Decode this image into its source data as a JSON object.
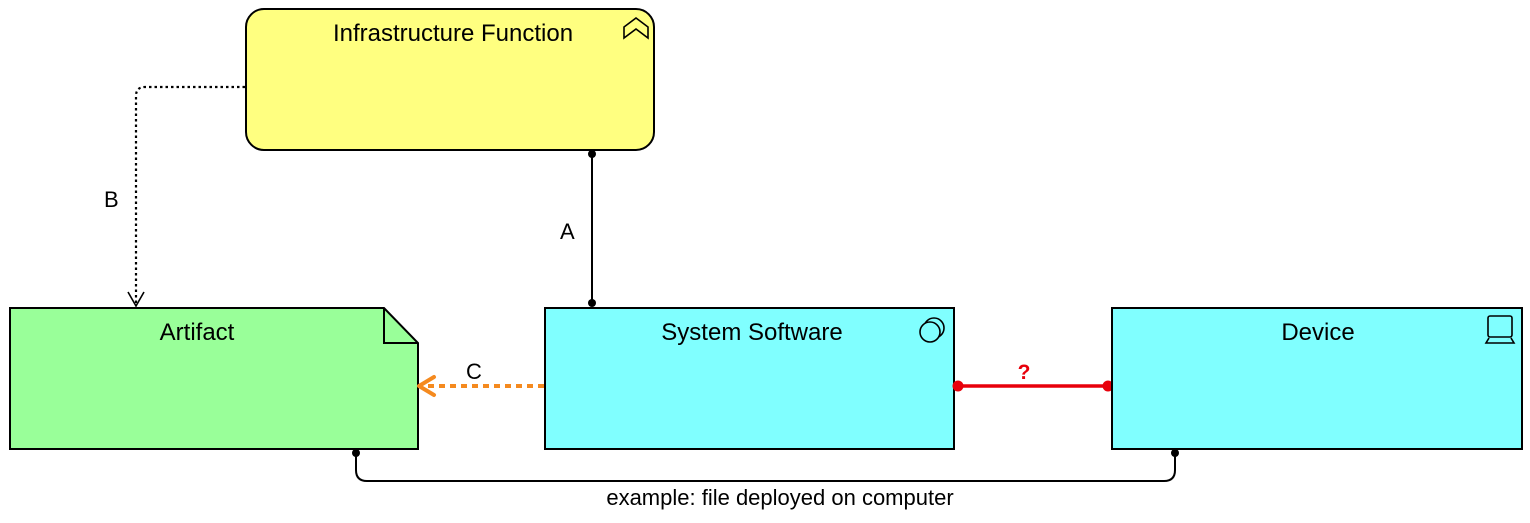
{
  "diagram": {
    "colors": {
      "function_fill": "#ffff80",
      "artifact_fill": "#99ff99",
      "technology_fill": "#80ffff",
      "stroke": "#000000",
      "realization_orange": "#f58a1f",
      "unknown_red": "#e8000b"
    },
    "nodes": [
      {
        "id": "infra-function",
        "label": "Infrastructure Function",
        "icon": "function-chevron-icon"
      },
      {
        "id": "artifact",
        "label": "Artifact",
        "icon": "folded-corner"
      },
      {
        "id": "system-software",
        "label": "System Software",
        "icon": "system-software-circles-icon"
      },
      {
        "id": "device",
        "label": "Device",
        "icon": "device-monitor-icon"
      }
    ],
    "connections": [
      {
        "id": "A",
        "label": "A",
        "from": "System Software",
        "to": "Infrastructure Function",
        "style": "solid-assignment"
      },
      {
        "id": "B",
        "label": "B",
        "from": "Infrastructure Function",
        "to": "Artifact",
        "style": "dotted-access-arrow"
      },
      {
        "id": "C",
        "label": "C",
        "from": "System Software",
        "to": "Artifact",
        "style": "dashed-orange-realization"
      },
      {
        "id": "Q",
        "label": "?",
        "from": "System Software",
        "to": "Device",
        "style": "red-solid-unknown"
      },
      {
        "id": "D",
        "label": "example: file deployed on computer",
        "from": "Artifact",
        "to": "Device",
        "style": "solid-assignment"
      }
    ]
  }
}
